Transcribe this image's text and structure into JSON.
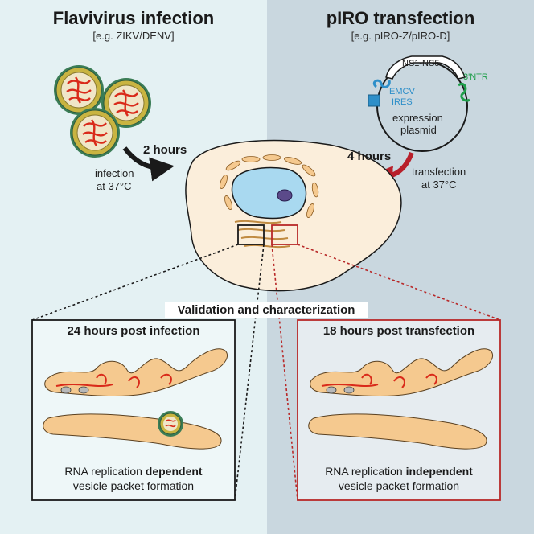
{
  "left_panel": {
    "title": "Flavivirus infection",
    "subtitle": "[e.g. ZIKV/DENV]",
    "arrow_time": "2 hours",
    "condition_line1": "infection",
    "condition_line2": "at 37°C"
  },
  "right_panel": {
    "title": "pIRO transfection",
    "subtitle": "[e.g. pIRO-Z/pIRO-D]",
    "arrow_time": "4 hours",
    "condition_line1": "transfection",
    "condition_line2": "at 37°C",
    "plasmid": {
      "insert": "NS1-NS5",
      "utr": "3'NTR",
      "ires_line1": "EMCV",
      "ires_line2": "IRES",
      "name_line1": "expression",
      "name_line2": "plasmid"
    }
  },
  "center_label": "Validation and characterization",
  "infection_box": {
    "title": "24 hours post infection",
    "caption_line1_pre": "RNA replication ",
    "caption_line1_bold": "dependent",
    "caption_line2": "vesicle packet formation"
  },
  "transfection_box": {
    "title": "18 hours post transfection",
    "caption_line1_pre": "RNA replication ",
    "caption_line1_bold": "independent",
    "caption_line2": "vesicle packet formation"
  },
  "colors": {
    "left_bg": "#e4f1f3",
    "right_bg": "#c9d7df",
    "cell": "#fbeedb",
    "nucleus": "#a9d9f0",
    "er": "#f5c98f",
    "infection_arrow": "#1a1a1a",
    "transfection_arrow": "#b81f2a",
    "box_red": "#b82828",
    "virion_rna": "#d92a1a",
    "virion_shell": "#c9b441",
    "ires": "#2e8fc9",
    "utr": "#1e9e4a"
  }
}
